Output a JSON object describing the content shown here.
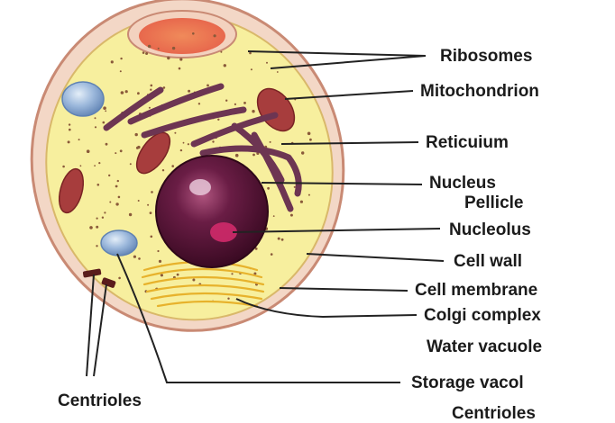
{
  "labels": {
    "ribosomes": "Ribosomes",
    "mitochondrion": "Mitochondrion",
    "reticulum": "Reticuium",
    "nucleus": "Nucleus",
    "pellicle": "Pellicle",
    "nucleolus": "Nucleolus",
    "cell_wall": "Cell wall",
    "cell_membrane": "Cell membrane",
    "golgi": "Colgi complex",
    "water_vacuole": "Water vacuole",
    "storage_vacuole": "Storage vacol",
    "centrioles_left": "Centrioles",
    "centrioles_right": "Centrioles"
  },
  "colors": {
    "cell_wall": "#f3d7c6",
    "cell_wall_edge": "#c98a74",
    "cytoplasm": "#f7ef9e",
    "mitochondria": "#a73d3d",
    "reticulum": "#6d3552",
    "nucleus": "#4a1230",
    "nucleolus": "#d02a6a",
    "vacuole": "#8fb2d8",
    "golgi": "#f2c23a",
    "leader_lines": "#222222"
  }
}
